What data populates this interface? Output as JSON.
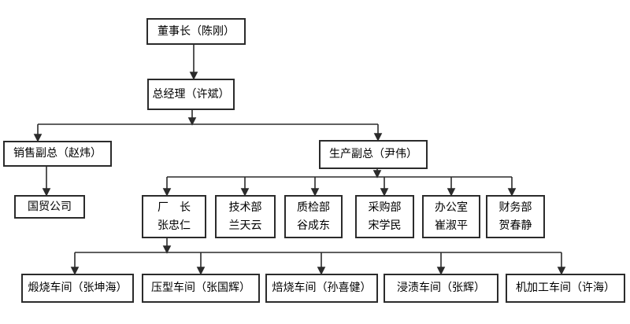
{
  "diagram": {
    "type": "org-chart",
    "background_color": "#ffffff",
    "box_border_color": "#2b2b2b",
    "line_color": "#2b2b2b",
    "text_color": "#000000",
    "nodes": {
      "chairman": {
        "label": "董事长（陈刚）"
      },
      "gm": {
        "label": "总经理（许斌）"
      },
      "sales_vp": {
        "label": "销售副总（赵炜）"
      },
      "production_vp": {
        "label": "生产副总（尹伟）"
      },
      "intl_trade": {
        "label": "国贸公司"
      },
      "factory_director": {
        "line1": "厂　长",
        "line2": "张忠仁"
      },
      "tech_dept": {
        "line1": "技术部",
        "line2": "兰天云"
      },
      "qc_dept": {
        "line1": "质检部",
        "line2": "谷成东"
      },
      "purchasing_dept": {
        "line1": "采购部",
        "line2": "宋学民"
      },
      "office": {
        "line1": "办公室",
        "line2": "崔淑平"
      },
      "finance_dept": {
        "line1": "财务部",
        "line2": "贺春静"
      },
      "calcination_ws": {
        "label": "煅烧车间（张坤海）"
      },
      "pressing_ws": {
        "label": "压型车间（张国辉）"
      },
      "roasting_ws": {
        "label": "焙烧车间（孙喜健）"
      },
      "impregnation_ws": {
        "label": "浸渍车间（张辉）"
      },
      "machining_ws": {
        "label": "机加工车间（许海）"
      }
    },
    "edges": [
      {
        "from": "chairman",
        "to": "gm"
      },
      {
        "from": "gm",
        "to": "sales_vp"
      },
      {
        "from": "gm",
        "to": "production_vp"
      },
      {
        "from": "sales_vp",
        "to": "intl_trade"
      },
      {
        "from": "production_vp",
        "to": "factory_director"
      },
      {
        "from": "production_vp",
        "to": "tech_dept"
      },
      {
        "from": "production_vp",
        "to": "qc_dept"
      },
      {
        "from": "production_vp",
        "to": "purchasing_dept"
      },
      {
        "from": "production_vp",
        "to": "office"
      },
      {
        "from": "production_vp",
        "to": "finance_dept"
      },
      {
        "from": "factory_director",
        "to": "calcination_ws"
      },
      {
        "from": "factory_director",
        "to": "pressing_ws"
      },
      {
        "from": "factory_director",
        "to": "roasting_ws"
      },
      {
        "from": "factory_director",
        "to": "impregnation_ws"
      },
      {
        "from": "factory_director",
        "to": "machining_ws"
      }
    ]
  }
}
